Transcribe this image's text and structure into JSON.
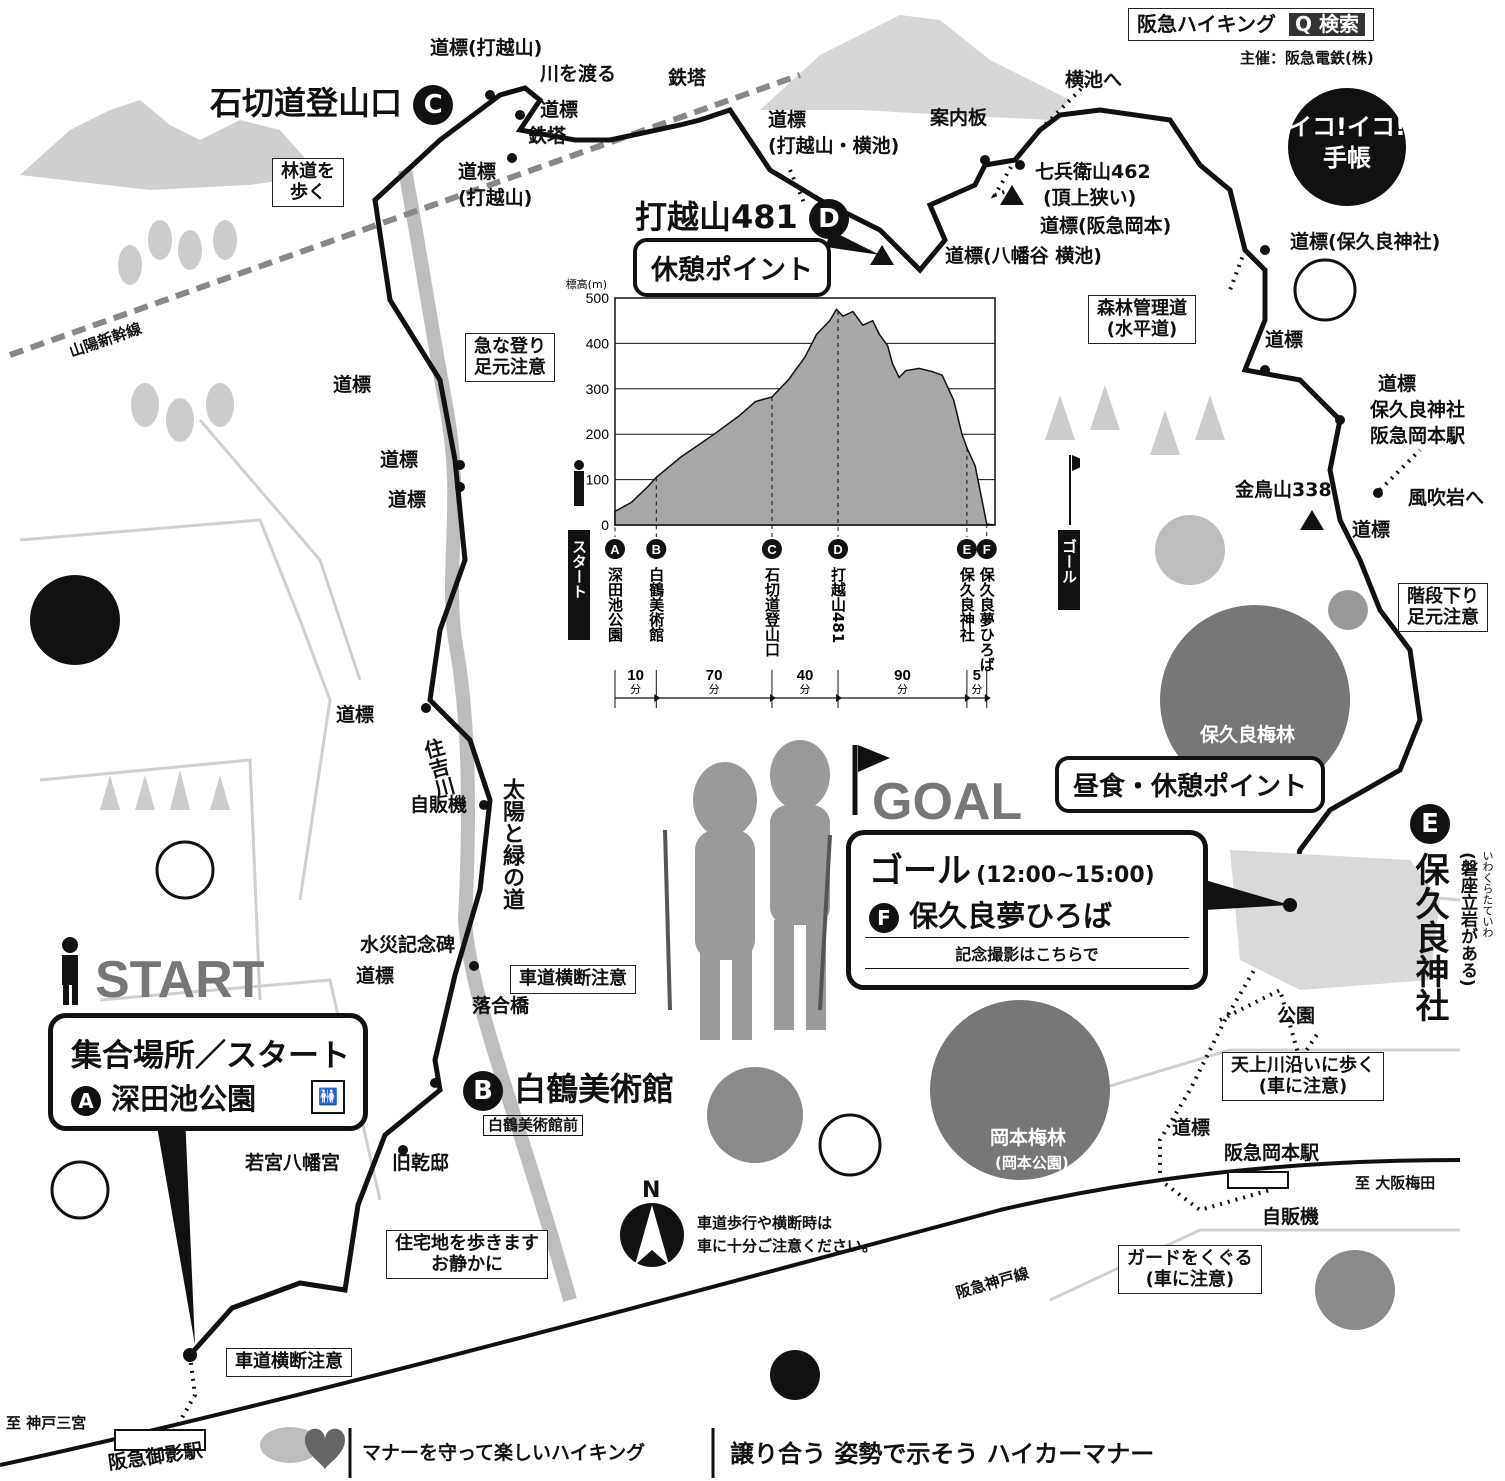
{
  "header": {
    "brand": "阪急ハイキング",
    "search_label": "検索",
    "organizer": "主催：阪急電鉄(株)",
    "logo_text": "イコ!イコ!手帳"
  },
  "start": {
    "heading": "START",
    "title": "集合場所／スタート",
    "point_letter": "A",
    "point_name": "深田池公園"
  },
  "goal": {
    "heading": "GOAL",
    "title": "ゴール",
    "time": "(12:00~15:00)",
    "point_letter": "F",
    "point_name": "保久良夢ひろば",
    "note": "記念撮影はこちらで"
  },
  "rest_points": {
    "d_label": "休憩ポイント",
    "lunch_label": "昼食・休憩ポイント"
  },
  "points": {
    "c": {
      "letter": "C",
      "name": "石切道登山口"
    },
    "d": {
      "letter": "D",
      "name": "打越山481"
    },
    "b": {
      "letter": "B",
      "name": "白鶴美術館"
    },
    "e": {
      "letter": "E",
      "name": "保久良神社",
      "ruby": "いわくらたていわ",
      "sub": "(磐座立岩がある)"
    }
  },
  "map_labels": [
    {
      "id": "signpost-uchikoshi-top",
      "text": "道標(打越山)"
    },
    {
      "id": "cross-river",
      "text": "川を渡る"
    },
    {
      "id": "signpost-c1",
      "text": "道標"
    },
    {
      "id": "tower-1",
      "text": "鉄塔"
    },
    {
      "id": "tower-2",
      "text": "鉄塔"
    },
    {
      "id": "signpost-uchikoshi-2a",
      "text": "道標"
    },
    {
      "id": "signpost-uchikoshi-2b",
      "text": "(打越山)"
    },
    {
      "id": "signpost-d-a",
      "text": "道標"
    },
    {
      "id": "signpost-d-b",
      "text": "(打越山・横池)"
    },
    {
      "id": "info-board",
      "text": "案内板"
    },
    {
      "id": "to-yokoike",
      "text": "横池へ"
    },
    {
      "id": "shichibee-a",
      "text": "七兵衛山462"
    },
    {
      "id": "shichibee-b",
      "text": "(頂上狭い)"
    },
    {
      "id": "signpost-okamoto",
      "text": "道標(阪急岡本)"
    },
    {
      "id": "signpost-yawata",
      "text": "道標(八幡谷 横池)"
    },
    {
      "id": "signpost-hokura-shrine",
      "text": "道標(保久良神社)"
    },
    {
      "id": "signpost-r1",
      "text": "道標"
    },
    {
      "id": "signpost-r2a",
      "text": "道標"
    },
    {
      "id": "signpost-r2b",
      "text": "保久良神社"
    },
    {
      "id": "signpost-r2c",
      "text": "阪急岡本駅"
    },
    {
      "id": "kintori",
      "text": "金鳥山338"
    },
    {
      "id": "to-kazafuki",
      "text": "風吹岩へ"
    },
    {
      "id": "signpost-r3",
      "text": "道標"
    },
    {
      "id": "sanyo",
      "text": "山陽新幹線"
    },
    {
      "id": "signpost-l1",
      "text": "道標"
    },
    {
      "id": "signpost-l2",
      "text": "道標"
    },
    {
      "id": "signpost-l3",
      "text": "道標"
    },
    {
      "id": "signpost-l4",
      "text": "道標"
    },
    {
      "id": "signpost-l5",
      "text": "道標"
    },
    {
      "id": "vending-1",
      "text": "自販機"
    },
    {
      "id": "flood-monument",
      "text": "水災記念碑"
    },
    {
      "id": "ochiai-bridge",
      "text": "落合橋"
    },
    {
      "id": "hakutsuru-stop",
      "text": "白鶴美術館前"
    },
    {
      "id": "wakamiya",
      "text": "若宮八幡宮"
    },
    {
      "id": "old-kyu",
      "text": "旧乾邸"
    },
    {
      "id": "park",
      "text": "公園"
    },
    {
      "id": "signpost-okamoto-st",
      "text": "道標"
    },
    {
      "id": "hankyu-okamoto",
      "text": "阪急岡本駅"
    },
    {
      "id": "to-umeda",
      "text": "至 大阪梅田"
    },
    {
      "id": "vending-2",
      "text": "自販機"
    },
    {
      "id": "hankyu-kobe-line",
      "text": "阪急神戸線"
    },
    {
      "id": "to-sannomiya",
      "text": "至 神戸三宮"
    },
    {
      "id": "mikage-station",
      "text": "阪急御影駅"
    },
    {
      "id": "hokura-baien",
      "text": "保久良梅林"
    },
    {
      "id": "okamoto-baien",
      "text": "岡本梅林"
    },
    {
      "id": "okamoto-baien-sub",
      "text": "(岡本公園)"
    },
    {
      "id": "north",
      "text": "N"
    }
  ],
  "notes": [
    {
      "id": "rindo",
      "lines": [
        "林道を",
        "歩く"
      ]
    },
    {
      "id": "steep",
      "lines": [
        "急な登り",
        "足元注意"
      ]
    },
    {
      "id": "forest-road",
      "lines": [
        "森林管理道",
        "(水平道)"
      ]
    },
    {
      "id": "stairs",
      "lines": [
        "階段下り",
        "足元注意"
      ]
    },
    {
      "id": "road-cross-1",
      "lines": [
        "車道横断注意"
      ]
    },
    {
      "id": "road-cross-2",
      "lines": [
        "車道横断注意"
      ]
    },
    {
      "id": "residential",
      "lines": [
        "住宅地を歩きます",
        "お静かに"
      ]
    },
    {
      "id": "tenjo",
      "lines": [
        "天上川沿いに歩く",
        "(車に注意)"
      ]
    },
    {
      "id": "guard",
      "lines": [
        "ガードをくぐる",
        "(車に注意)"
      ]
    }
  ],
  "vertical_labels": {
    "river": "住吉川",
    "path": "太陽と緑の道"
  },
  "caution": [
    "車道歩行や横断時は",
    "車に十分ご注意ください。"
  ],
  "footer": {
    "left": "マナーを守って楽しいハイキング",
    "right": "譲り合う 姿勢で示そう ハイカーマナー"
  },
  "chart_data": {
    "type": "area",
    "ylabel": "標高(m)",
    "ylim": [
      0,
      500
    ],
    "yticks": [
      0,
      100,
      200,
      300,
      400,
      500
    ],
    "start_label": "スタート",
    "goal_label": "ゴール",
    "profile": [
      [
        0,
        30
      ],
      [
        10,
        50
      ],
      [
        20,
        85
      ],
      [
        25,
        105
      ],
      [
        40,
        150
      ],
      [
        60,
        200
      ],
      [
        75,
        240
      ],
      [
        85,
        272
      ],
      [
        95,
        282
      ],
      [
        105,
        320
      ],
      [
        115,
        370
      ],
      [
        122,
        420
      ],
      [
        130,
        450
      ],
      [
        134,
        475
      ],
      [
        138,
        460
      ],
      [
        144,
        470
      ],
      [
        150,
        440
      ],
      [
        156,
        450
      ],
      [
        160,
        420
      ],
      [
        165,
        395
      ],
      [
        168,
        355
      ],
      [
        172,
        325
      ],
      [
        176,
        340
      ],
      [
        184,
        345
      ],
      [
        192,
        338
      ],
      [
        198,
        330
      ],
      [
        205,
        275
      ],
      [
        210,
        200
      ],
      [
        213,
        170
      ],
      [
        218,
        130
      ],
      [
        225,
        2
      ],
      [
        230,
        0
      ]
    ],
    "waypoints": [
      {
        "letter": "A",
        "name": "深田池公園",
        "x": 0
      },
      {
        "letter": "B",
        "name": "白鶴美術館",
        "x": 25
      },
      {
        "letter": "C",
        "name": "石切道登山口",
        "x": 95
      },
      {
        "letter": "D",
        "name": "打越山481",
        "x": 135
      },
      {
        "letter": "E",
        "name": "保久良神社",
        "x": 213
      },
      {
        "letter": "F",
        "name": "保久良夢ひろば",
        "x": 225
      }
    ],
    "segments": [
      {
        "value": "10",
        "unit": "分"
      },
      {
        "value": "70",
        "unit": "分"
      },
      {
        "value": "40",
        "unit": "分"
      },
      {
        "value": "90",
        "unit": "分"
      },
      {
        "value": "5",
        "unit": "分"
      }
    ]
  }
}
